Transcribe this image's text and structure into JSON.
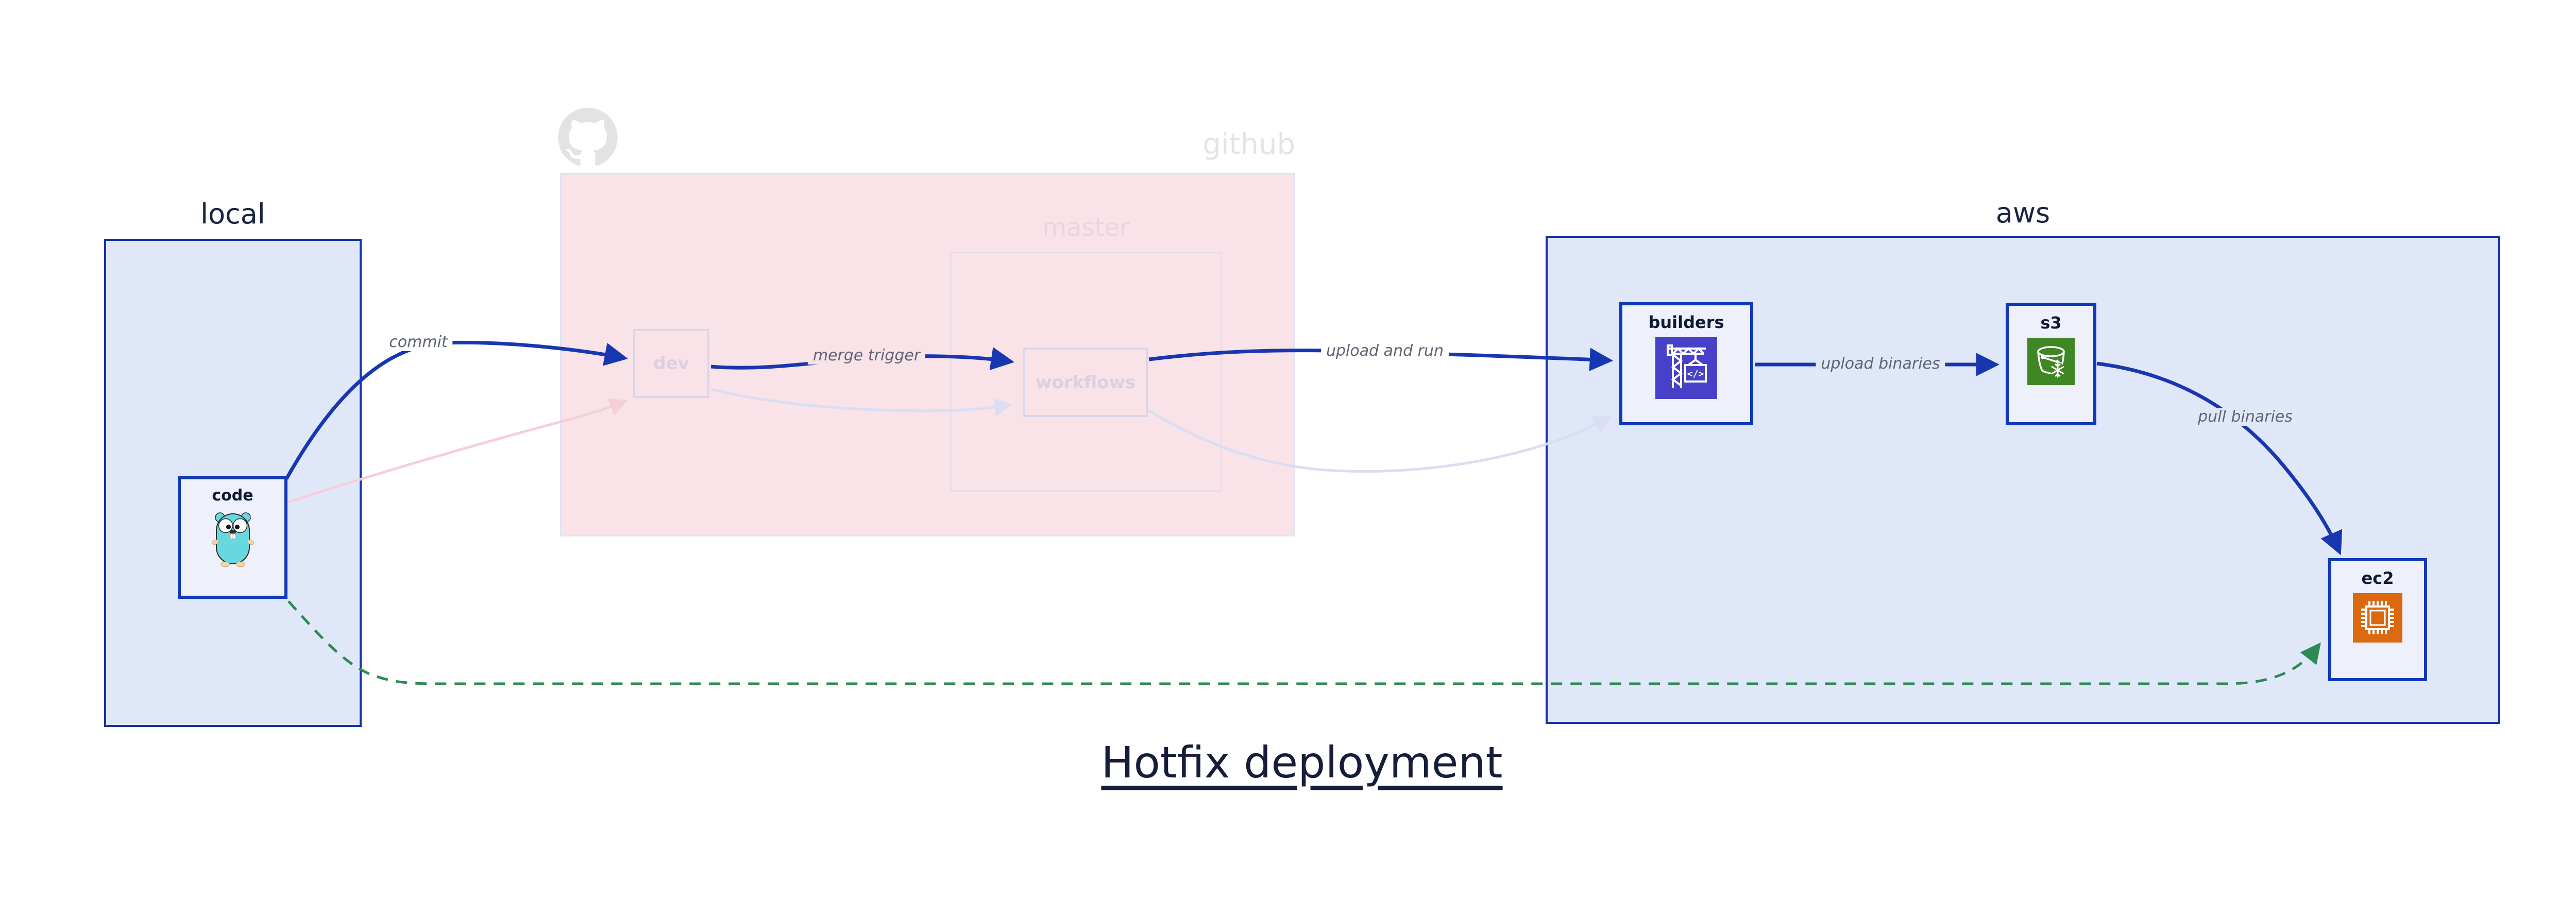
{
  "title": "Hotfix deployment",
  "regions": {
    "local": {
      "label": "local"
    },
    "github": {
      "label": "github"
    },
    "master": {
      "label": "master"
    },
    "aws": {
      "label": "aws"
    }
  },
  "nodes": {
    "code": {
      "label": "code"
    },
    "dev": {
      "label": "dev"
    },
    "workflows": {
      "label": "workflows"
    },
    "builders": {
      "label": "builders"
    },
    "s3": {
      "label": "s3"
    },
    "ec2": {
      "label": "ec2"
    }
  },
  "edges": {
    "commit": {
      "label": "commit"
    },
    "merge_trigger": {
      "label": "merge trigger"
    },
    "upload_and_run": {
      "label": "upload and run"
    },
    "upload_binaries": {
      "label": "upload binaries"
    },
    "pull_binaries": {
      "label": "pull binaries"
    },
    "hotfix_path": {
      "label": ""
    }
  },
  "icons": {
    "octocat": "github-octocat-icon",
    "gopher": "go-gopher-icon",
    "crane": "codebuild-crane-icon",
    "bucket": "s3-glacier-bucket-icon",
    "chip": "ec2-chip-icon"
  },
  "colors": {
    "edge_blue": "#1737b0",
    "edge_green_dashed": "#2d8a52",
    "edge_faint_pink": "#f4cfda",
    "edge_faint_lavender": "#d9def2",
    "region_fill_blue": "#e0e7f9",
    "region_border_blue": "#1533a8",
    "region_fill_pink": "#f9e3e8",
    "node_border_blue": "#1039b8",
    "builders_icon_bg": "#4741c9",
    "s3_icon_bg": "#3f8624",
    "ec2_icon_bg": "#da6910",
    "edge_label_text": "#5d6472",
    "faded_label": "#e4e4e7"
  }
}
